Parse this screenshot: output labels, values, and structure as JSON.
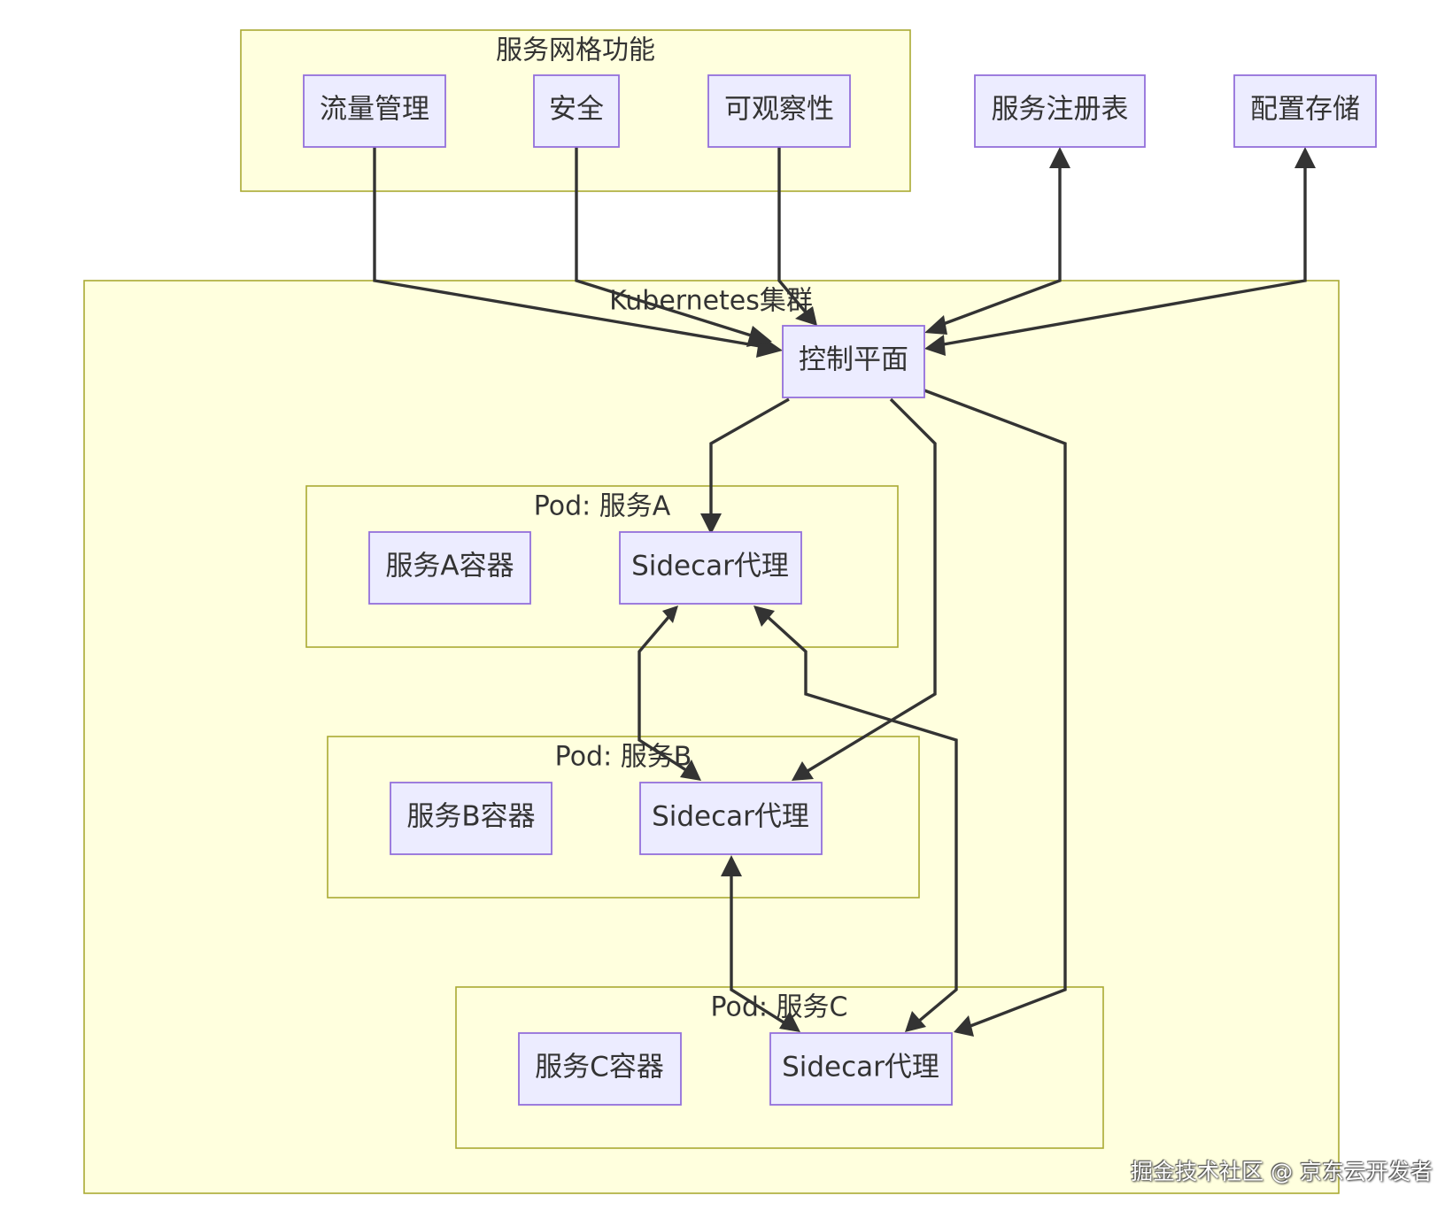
{
  "diagram": {
    "clusters": {
      "features": {
        "title": "服务网格功能"
      },
      "k8s": {
        "title": "Kubernetes集群"
      },
      "pod_a": {
        "title": "Pod: 服务A"
      },
      "pod_b": {
        "title": "Pod: 服务B"
      },
      "pod_c": {
        "title": "Pod: 服务C"
      }
    },
    "nodes": {
      "traffic": "流量管理",
      "security": "安全",
      "observability": "可观察性",
      "registry": "服务注册表",
      "config": "配置存储",
      "control_plane": "控制平面",
      "svc_a": "服务A容器",
      "sidecar_a": "Sidecar代理",
      "svc_b": "服务B容器",
      "sidecar_b": "Sidecar代理",
      "svc_c": "服务C容器",
      "sidecar_c": "Sidecar代理"
    },
    "edges": [
      {
        "from": "traffic",
        "to": "control_plane"
      },
      {
        "from": "security",
        "to": "control_plane"
      },
      {
        "from": "observability",
        "to": "control_plane"
      },
      {
        "from": "control_plane",
        "to": "registry"
      },
      {
        "from": "control_plane",
        "to": "config"
      },
      {
        "from": "control_plane",
        "to": "sidecar_a"
      },
      {
        "from": "control_plane",
        "to": "sidecar_b"
      },
      {
        "from": "control_plane",
        "to": "sidecar_c"
      },
      {
        "from": "sidecar_a",
        "to": "sidecar_b",
        "bidirectional": true
      },
      {
        "from": "sidecar_a",
        "to": "sidecar_c",
        "bidirectional": true
      },
      {
        "from": "sidecar_b",
        "to": "sidecar_c",
        "bidirectional": true
      }
    ],
    "colors": {
      "cluster_fill": "#ffffde",
      "cluster_stroke": "#aaaa33",
      "node_fill": "#ececff",
      "node_stroke": "#9370db",
      "edge": "#333333",
      "text": "#333333"
    }
  },
  "watermark": "掘金技术社区 @ 京东云开发者"
}
